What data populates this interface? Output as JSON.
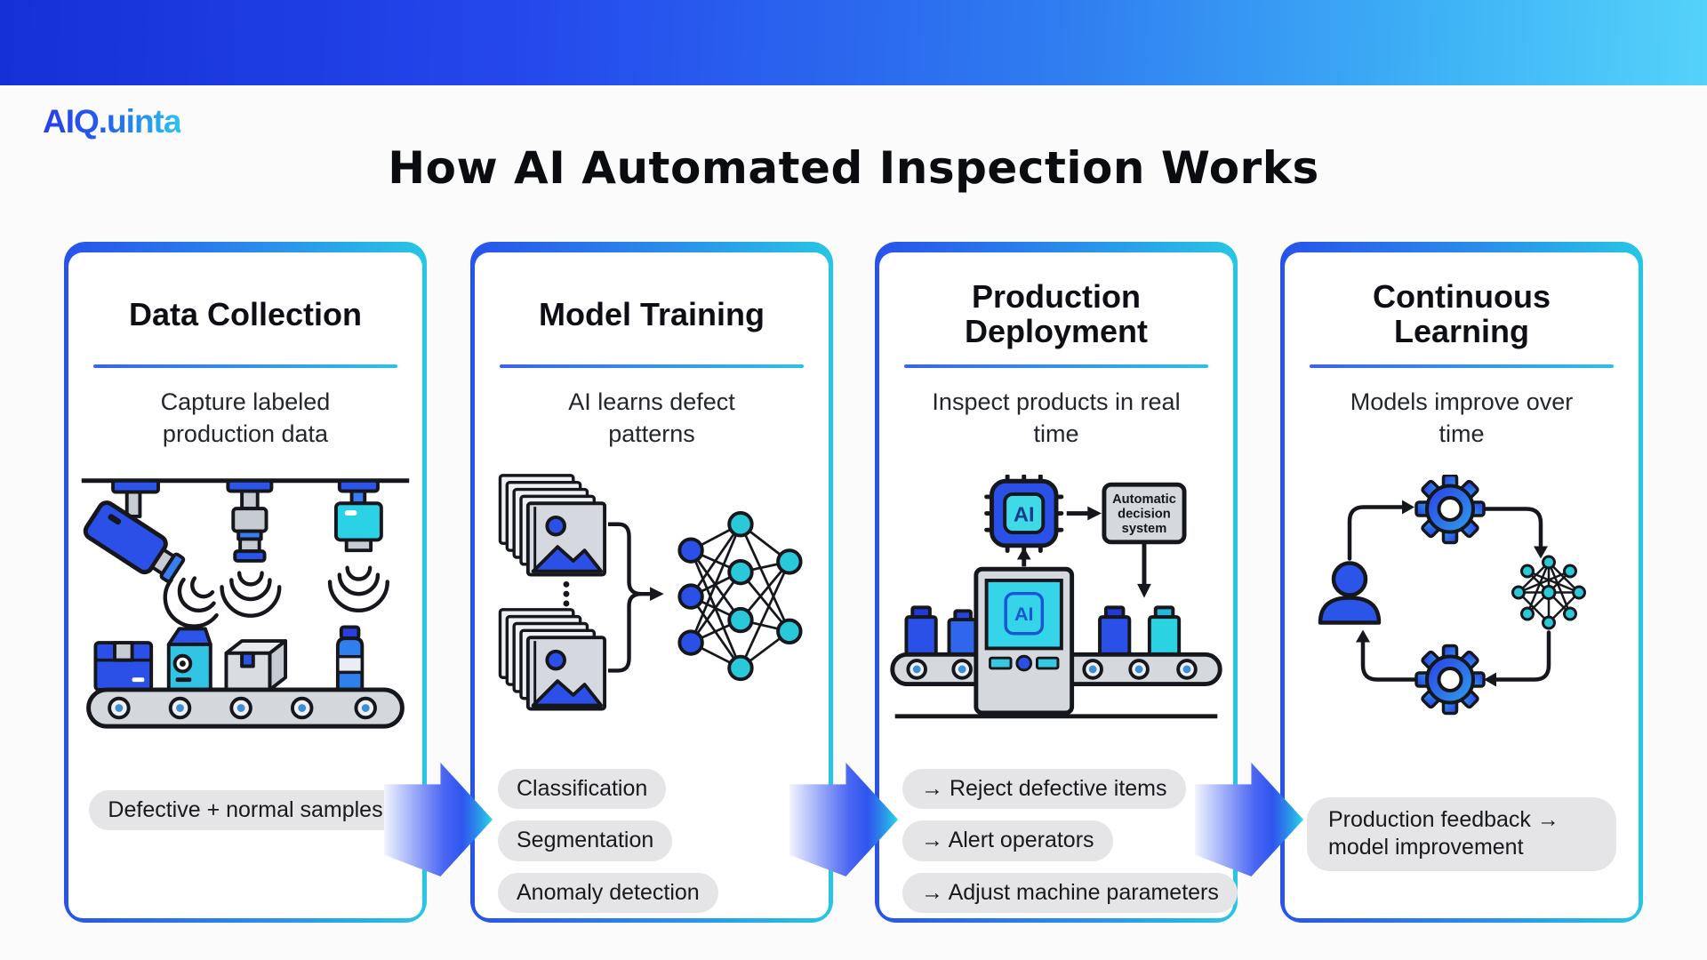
{
  "banner": {
    "color_left": "#1530d6",
    "color_right": "#55d2fa"
  },
  "logo": {
    "text": "AIQ.uinta",
    "gradient_start": "#2a3cea",
    "gradient_end": "#2ac4f0"
  },
  "title": "How AI Automated Inspection Works",
  "colors": {
    "accent_blue": "#2b50e8",
    "accent_cyan": "#29c9e6",
    "card_border_start": "#2853ea",
    "card_border_end": "#27c6e4",
    "pill_bg": "#e5e5e8",
    "text_dark": "#0d0f14"
  },
  "cards": [
    {
      "heading": "Data Collection",
      "subtitle": "Capture labeled production data",
      "illustration": "cameras-sensors-conveyor",
      "tags": [
        "Defective + normal samples"
      ]
    },
    {
      "heading": "Model Training",
      "subtitle": "AI learns defect patterns",
      "illustration": "image-stacks-neural-network",
      "tags": [
        "Classification",
        "Segmentation",
        "Anomaly detection"
      ]
    },
    {
      "heading": "Production Deployment",
      "subtitle": "Inspect products in real time",
      "illustration": "ai-inspection-machine",
      "chip_label": "AI",
      "machine_screen_label": "AI",
      "decision_box_lines": [
        "Automatic",
        "decision",
        "system"
      ],
      "tags": [
        "→ Reject defective items",
        "→ Alert operators",
        "→ Adjust machine parameters"
      ]
    },
    {
      "heading": "Continuous Learning",
      "subtitle": "Models improve over time",
      "illustration": "feedback-cycle",
      "tags": [
        "Production feedback → model improvement"
      ]
    }
  ]
}
